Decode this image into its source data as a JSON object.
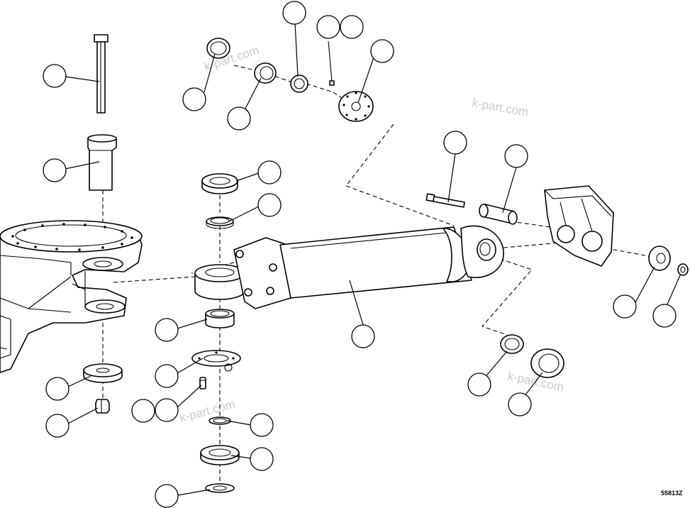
{
  "diagram": {
    "watermark_text": "k-part.com",
    "figure_code": "55813Z",
    "callout_count": 28,
    "colors": {
      "line": "#000000",
      "watermark": "#c9c9c9",
      "background": "#ffffff"
    }
  }
}
